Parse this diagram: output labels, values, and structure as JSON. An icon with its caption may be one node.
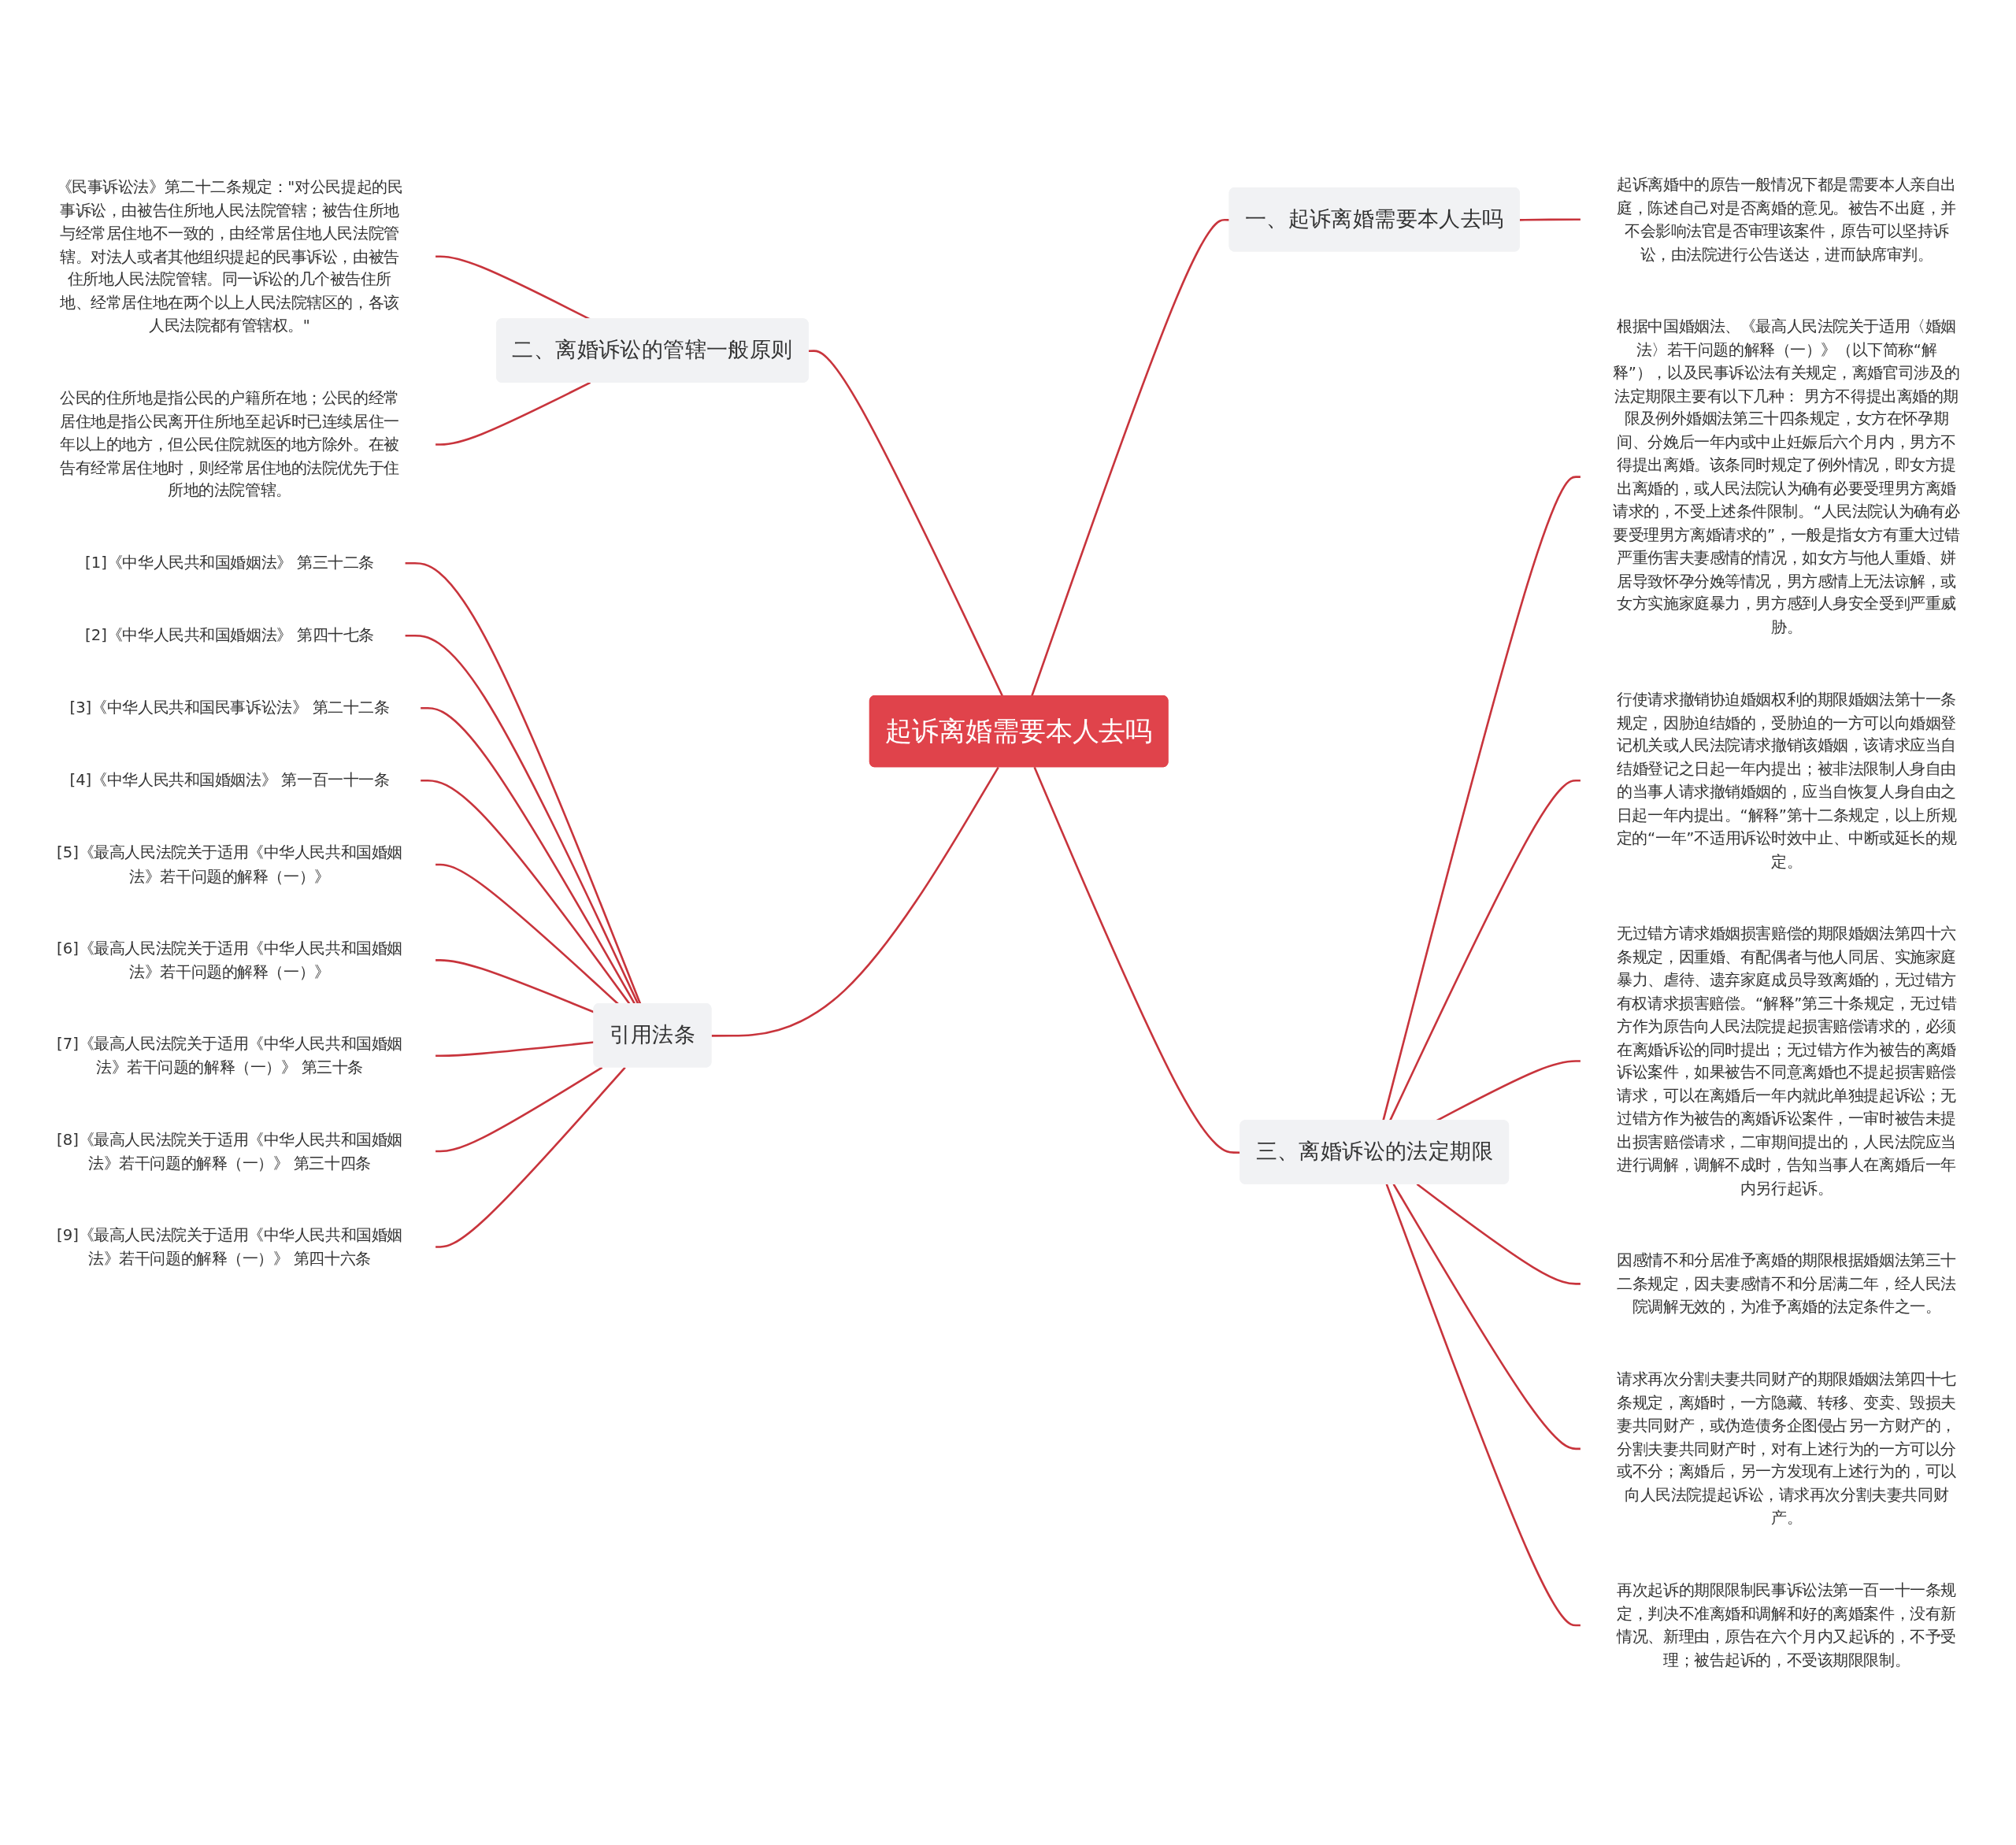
{
  "diagram": {
    "nodes": [
      {
        "text": [
          "起诉离婚需要本人去吗"
        ]
      },
      {
        "text": [
          "一、起诉离婚需要本人去吗"
        ]
      },
      {
        "text": [
          "起诉离婚中的原告一般情况下都是需要本人亲自出庭，陈述自己对是否离婚的意见。被告不出庭，并不会影响法官是否审理该案件，原告可以坚持诉讼，由法院进行公告送达，进而缺席审判。"
        ]
      },
      {
        "text": [
          "二、离婚诉讼的管辖一般原则"
        ]
      },
      {
        "text": [
          "《民事诉讼法》第二十二条规定：\"对公民提起的民事诉讼，由被告住所地人民法院管辖；被告住所地与经常居住地不一致的，由经常居住地人民法院管辖。对法人或者其他组织提起的民事诉讼，由被告住所地人民法院管辖。同一诉讼的几个被告住所地、经常居住地在两个以上人民法院辖区的，各该人民法院都有管辖权。\""
        ]
      },
      {
        "text": [
          "公民的住所地是指公民的户籍所在地；公民的经常居住地是指公民离开住所地至起诉时已连续居住一年以上的地方，但公民住院就医的地方除外。在被告有经常居住地时，则经常居住地的法院优先于住所地的法院管辖。"
        ]
      },
      {
        "text": [
          "三、离婚诉讼的法定期限"
        ]
      },
      {
        "text": [
          "根据中国婚姻法、《最高人民法院关于适用〈婚姻法〉若干问题的解释（一）》（以下简称“解释”），以及民事诉讼法有关规定，离婚官司涉及的法定期限主要有以下几种： 男方不得提出离婚的期限及例外婚姻法第三十四条规定，女方在怀孕期间、分娩后一年内或中止妊娠后六个月内，男方不得提出离婚。该条同时规定了例外情况，即女方提出离婚的，或人民法院认为确有必要受理男方离婚请求的，不受上述条件限制。“人民法院认为确有必要受理男方离婚请求的”，一般是指女方有重大过错严重伤害夫妻感情的情况，如女方与他人重婚、姘居导致怀孕分娩等情况，男方感情上无法谅解，或女方实施家庭暴力，男方感到人身安全受到严重威胁。"
        ]
      },
      {
        "text": [
          "行使请求撤销协迫婚姻权利的期限婚姻法第十一条规定，因胁迫结婚的，受胁迫的一方可以向婚姻登记机关或人民法院请求撤销该婚姻，该请求应当自结婚登记之日起一年内提出；被非法限制人身自由的当事人请求撤销婚姻的，应当自恢复人身自由之日起一年内提出。“解释”第十二条规定，以上所规定的“一年”不适用诉讼时效中止、中断或延长的规定。"
        ]
      },
      {
        "text": [
          "无过错方请求婚姻损害赔偿的期限婚姻法第四十六条规定，因重婚、有配偶者与他人同居、实施家庭暴力、虐待、遗弃家庭成员导致离婚的，无过错方有权请求损害赔偿。“解释”第三十条规定，无过错方作为原告向人民法院提起损害赔偿请求的，必须在离婚诉讼的同时提出；无过错方作为被告的离婚诉讼案件，如果被告不同意离婚也不提起损害赔偿请求，可以在离婚后一年内就此单独提起诉讼；无过错方作为被告的离婚诉讼案件，一审时被告未提出损害赔偿请求，二审期间提出的，人民法院应当进行调解，调解不成时，告知当事人在离婚后一年内另行起诉。"
        ]
      },
      {
        "text": [
          "因感情不和分居准予离婚的期限根据婚姻法第三十二条规定，因夫妻感情不和分居满二年，经人民法院调解无效的，为准予离婚的法定条件之一。"
        ]
      },
      {
        "text": [
          "请求再次分割夫妻共同财产的期限婚姻法第四十七条规定，离婚时，一方隐藏、转移、变卖、毁损夫妻共同财产，或伪造债务企图侵占另一方财产的，分割夫妻共同财产时，对有上述行为的一方可以分或不分；离婚后，另一方发现有上述行为的，可以向人民法院提起诉讼，请求再次分割夫妻共同财产。"
        ]
      },
      {
        "text": [
          "再次起诉的期限限制民事诉讼法第一百一十一条规定，判决不准离婚和调解和好的离婚案件，没有新情况、新理由，原告在六个月内又起诉的，不予受理；被告起诉的，不受该期限限制。"
        ]
      },
      {
        "text": [
          "引用法条"
        ]
      },
      {
        "text": [
          "[1]《中华人民共和国婚姻法》 第三十二条"
        ]
      },
      {
        "text": [
          "[2]《中华人民共和国婚姻法》 第四十七条"
        ]
      },
      {
        "text": [
          "[3]《中华人民共和国民事诉讼法》 第二十二条"
        ]
      },
      {
        "text": [
          "[4]《中华人民共和国婚姻法》 第一百一十一条"
        ]
      },
      {
        "text": [
          "[5]《最高人民法院关于适用《中华人民共和国婚姻法》若干问题的解释（一）》"
        ]
      },
      {
        "text": [
          "[6]《最高人民法院关于适用《中华人民共和国婚姻法》若干问题的解释（一）》"
        ]
      },
      {
        "text": [
          "[7]《最高人民法院关于适用《中华人民共和国婚姻法》若干问题的解释（一）》 第三十条"
        ]
      },
      {
        "text": [
          "[8]《最高人民法院关于适用《中华人民共和国婚姻法》若干问题的解释（一）》 第三十四条"
        ]
      },
      {
        "text": [
          "[9]《最高人民法院关于适用《中华人民共和国婚姻法》若干问题的解释（一）》 第四十六条"
        ]
      }
    ],
    "edges": [
      {
        "from": 0,
        "to": 1,
        "arrow": "none"
      },
      {
        "from": 1,
        "to": 2,
        "arrow": "none"
      },
      {
        "from": 0,
        "to": 3,
        "arrow": "none"
      },
      {
        "from": 3,
        "to": 4,
        "arrow": "none"
      },
      {
        "from": 3,
        "to": 5,
        "arrow": "none"
      },
      {
        "from": 0,
        "to": 6,
        "arrow": "none"
      },
      {
        "from": 6,
        "to": 7,
        "arrow": "none"
      },
      {
        "from": 6,
        "to": 8,
        "arrow": "none"
      },
      {
        "from": 6,
        "to": 9,
        "arrow": "none"
      },
      {
        "from": 6,
        "to": 10,
        "arrow": "none"
      },
      {
        "from": 6,
        "to": 11,
        "arrow": "none"
      },
      {
        "from": 6,
        "to": 12,
        "arrow": "none"
      },
      {
        "from": 0,
        "to": 13,
        "arrow": "none"
      },
      {
        "from": 13,
        "to": 14,
        "arrow": "none"
      },
      {
        "from": 13,
        "to": 15,
        "arrow": "none"
      },
      {
        "from": 13,
        "to": 16,
        "arrow": "none"
      },
      {
        "from": 13,
        "to": 17,
        "arrow": "none"
      },
      {
        "from": 13,
        "to": 18,
        "arrow": "none"
      },
      {
        "from": 13,
        "to": 19,
        "arrow": "none"
      },
      {
        "from": 13,
        "to": 20,
        "arrow": "none"
      },
      {
        "from": 13,
        "to": 21,
        "arrow": "none"
      },
      {
        "from": 13,
        "to": 22,
        "arrow": "none"
      }
    ]
  }
}
